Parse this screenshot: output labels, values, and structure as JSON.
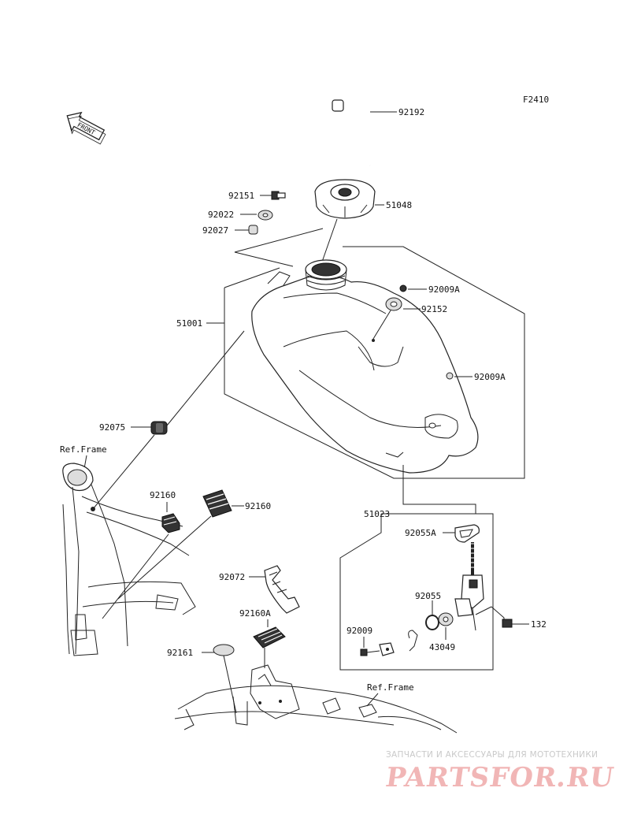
{
  "diagram": {
    "code": "F2410",
    "front_arrow": "FRONT",
    "ref_frame_labels": [
      "Ref.Frame",
      "Ref.Frame"
    ],
    "part_numbers": {
      "p92192": "92192",
      "p51048": "51048",
      "p92151": "92151",
      "p92022": "92022",
      "p92027": "92027",
      "p51001": "51001",
      "p92009A_top": "92009A",
      "p92152": "92152",
      "p92009A_mid": "92009A",
      "p92075": "92075",
      "p92160_left": "92160",
      "p92160_right": "92160",
      "p92072": "92072",
      "p92160A": "92160A",
      "p92161": "92161",
      "p51023": "51023",
      "p92055A": "92055A",
      "p92055": "92055",
      "p92009": "92009",
      "p43049": "43049",
      "p132": "132"
    }
  },
  "watermark": {
    "tagline": "ЗАПЧАСТИ И АКСЕССУАРЫ ДЛЯ МОТОТЕХНИКИ",
    "logo": "PARTSFOR.RU"
  }
}
